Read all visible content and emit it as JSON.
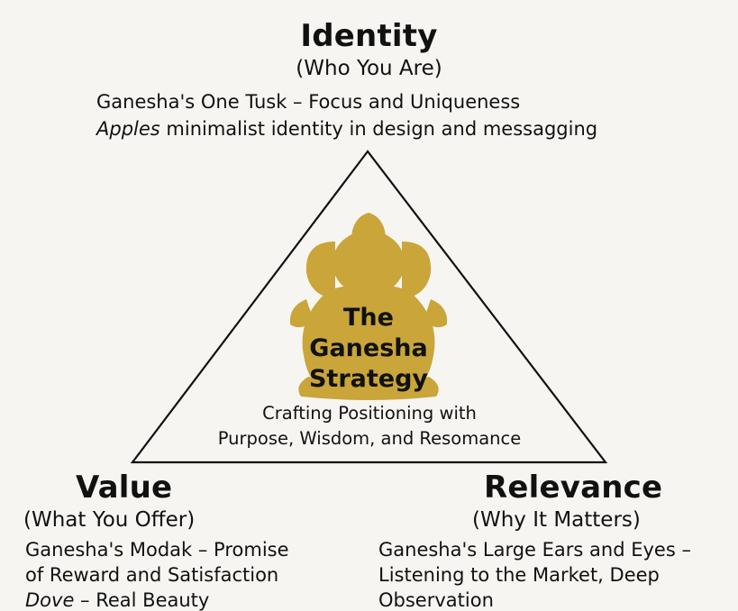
{
  "identity": {
    "title": "Identity",
    "subtitle": "(Who You Are)",
    "line1": "Ganesha's One Tusk – Focus and Uniqueness",
    "line2_brand": "Apples",
    "line2_rest": " minimalist identity in design and messagging"
  },
  "center": {
    "title_line1": "The",
    "title_line2": "Ganesha",
    "title_line3": "Strategy",
    "desc_line1": "Crafting Positioning with",
    "desc_line2": "Purpose, Wisdom, and Resomance"
  },
  "value": {
    "title": "Value",
    "subtitle": "(What You Offer)",
    "line1": "Ganesha's Modak – Promise",
    "line2": "of Reward and Satisfaction",
    "line3_brand": "Dove",
    "line3_rest": " – Real Beauty"
  },
  "relevance": {
    "title": "Relevance",
    "subtitle": "(Why It Matters)",
    "line1": "Ganesha's Large Ears and Eyes –",
    "line2": "Listening to the Market, Deep",
    "line3": "Observation"
  },
  "colors": {
    "background": "#f6f5f2",
    "ganesha_gold": "#c9a53a",
    "triangle_stroke": "#111111"
  },
  "icons": {
    "center": "ganesha-silhouette-icon"
  }
}
